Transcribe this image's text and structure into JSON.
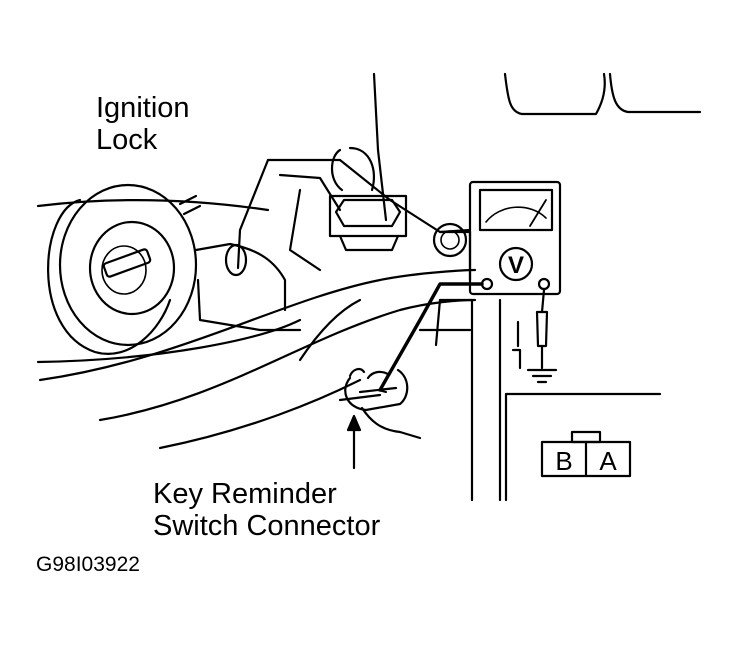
{
  "labels": {
    "ignition_line1": "Ignition",
    "ignition_line2": "Lock",
    "connector_line1": "Key Reminder",
    "connector_line2": "Switch Connector",
    "figure_id": "G98I03922",
    "meter_symbol": "V",
    "pin_b": "B",
    "pin_a": "A"
  },
  "colors": {
    "ink": "#000000",
    "paper": "#ffffff"
  }
}
